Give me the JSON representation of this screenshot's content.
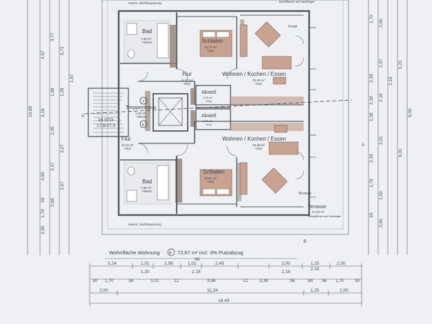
{
  "rooms": {
    "bad_top": {
      "name": "Bad",
      "area": "7,60 m²",
      "floor": "Fliesen"
    },
    "schlafen_top": {
      "name": "Schlafen",
      "area": "13,77 m²",
      "floor": "Vinyl"
    },
    "flur_top": {
      "name": "Flur",
      "area": "11,02 m²",
      "floor": "Vinyl"
    },
    "wohnen_top": {
      "name": "Wohnen / Kochen / Essen",
      "area": "25,39 m²",
      "floor": "Vinyl"
    },
    "abstell_top": {
      "name": "Abstell",
      "area": "3,25 m²",
      "floor": "Vinyl"
    },
    "abstell_bottom": {
      "name": "Abstell",
      "area": "3,25 m²",
      "floor": "Vinyl"
    },
    "treppenhaus": {
      "name": "Treppenhaus",
      "area": "2,40 m²",
      "floor": "Fliesen"
    },
    "flur_bottom": {
      "name": "Flur",
      "area": "11,02 m²",
      "floor": "Vinyl"
    },
    "wohnen_bottom": {
      "name": "Wohnen / Kochen / Essen",
      "area": "25,39 m²",
      "floor": "Vinyl"
    },
    "schlafen_bottom": {
      "name": "Schlafen",
      "area": "12,81 m²",
      "floor": "Vinyl"
    },
    "bad_bottom": {
      "name": "Bad",
      "area": "7,60 m²",
      "floor": "Fliesen"
    },
    "terrasse": {
      "name": "Terrasse",
      "area": "27,80 m²",
      "floor": "Steingfliesen auf Stelzlager"
    }
  },
  "stair": {
    "label": "16 STG",
    "ratio": "17,8/27,5"
  },
  "unit_markers": {
    "top": "7",
    "bottom": "6"
  },
  "notes": {
    "top_dach": "extens. Dachbegrünung",
    "bottom_dach": "extens. Dachbegrünung",
    "bottom_text": "Wohnfläche Wohnung",
    "bottom_num": "6",
    "bottom_value": "72,67 m² incl. 3% Putzabzug",
    "bottom_right_label": "Steinfliesen auf Stelzlager",
    "section_left": "A",
    "section_right": "A",
    "section_b": "B",
    "fenst": "Fenst",
    "terrace_edge": "Terrasse"
  },
  "dims_bottom": {
    "row1": [
      "3,24",
      "1,01",
      "1,99",
      "1,01",
      "2,49",
      "2,00",
      "1,25",
      "2,00"
    ],
    "row1_sub": [
      "1,30",
      "2,18",
      "2,18",
      "2,18"
    ],
    "row1_top": "48",
    "row2": [
      "30",
      "1,70",
      "36",
      "3,01",
      "12",
      "3,86",
      "12",
      "3,36",
      "36",
      "88",
      "36",
      "1,70",
      "30"
    ],
    "row3": [
      "2,00",
      "11,24",
      "1,25",
      "2,00"
    ],
    "row4": "16,49"
  },
  "dims_left": [
    "2,00",
    "1,70",
    "30",
    "3,97",
    "2,69",
    "3,17",
    "3,27",
    "4,90",
    "3,19",
    "2,45",
    "16,89",
    "1,58",
    "1,28",
    "1,87",
    "4,97",
    "3,77",
    "5,71"
  ],
  "dims_right": [
    "2,00",
    "1,50",
    "1,78",
    "2,18",
    "2,01",
    "8,01",
    "9,00",
    "1,38",
    "2,18",
    "2,18",
    "2,19",
    "1,97",
    "2,18",
    "5,21",
    "30",
    "1,70",
    "2,00"
  ]
}
